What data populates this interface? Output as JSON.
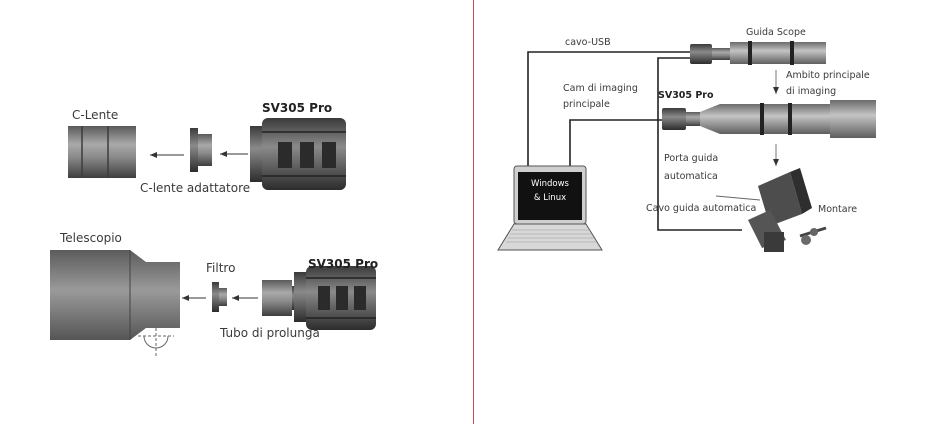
{
  "left": {
    "c_lens": "C-Lente",
    "camera_top": "SV305 Pro",
    "c_adapter": "C-lente adattatore",
    "telescope": "Telescopio",
    "filter": "Filtro",
    "camera_bottom": "SV305 Pro",
    "extension_tube": "Tubo di prolunga"
  },
  "right": {
    "usb_cable": "cavo-USB",
    "guide_scope": "Guida Scope",
    "main_scope": [
      "Ambito principale",
      "di imaging"
    ],
    "main_camera": [
      "Cam di imaging",
      "principale"
    ],
    "camera": "SV305 Pro",
    "guide_port": [
      "Porta guida",
      "automatica"
    ],
    "guide_cable": "Cavo guida automatica",
    "mount": "Montare",
    "laptop_screen": [
      "Windows",
      "& Linux"
    ]
  },
  "colors": {
    "divider": "#c05050",
    "metal_dark": "#4a4a4a",
    "metal_mid": "#7a7a7a",
    "metal_light": "#a8a8a8",
    "cable": "#222222"
  }
}
